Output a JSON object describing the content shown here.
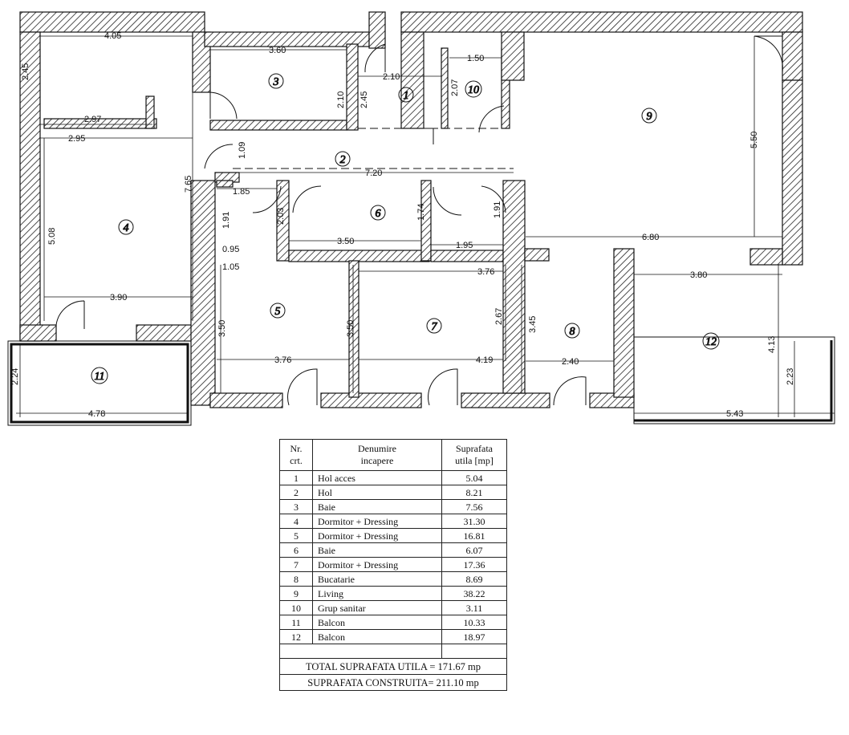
{
  "plan": {
    "rooms": [
      "1",
      "2",
      "3",
      "4",
      "5",
      "6",
      "7",
      "8",
      "9",
      "10",
      "11",
      "12"
    ],
    "dimensions": {
      "d405": "4.05",
      "d245a": "2.45",
      "d360": "3.60",
      "d210a": "2.10",
      "d245b": "2.45",
      "d210b": "2.10",
      "d207": "2.07",
      "d150": "1.50",
      "d297": "2.97",
      "d295": "2.95",
      "d109": "1.09",
      "d720": "7.20",
      "d765": "7.65",
      "d508": "5.08",
      "d185": "1.85",
      "d191a": "1.91",
      "d203": "2.03",
      "d174": "1.74",
      "d350a": "3.50",
      "d195": "1.95",
      "d191b": "1.91",
      "d095": "0.95",
      "d105": "1.05",
      "d550": "5.50",
      "d680": "6.80",
      "d390": "3.90",
      "d376a": "3.76",
      "d380": "3.80",
      "d350b": "3.50",
      "d350c": "3.50",
      "d267": "2.67",
      "d345": "3.45",
      "d376b": "3.76",
      "d419": "4.19",
      "d240": "2.40",
      "d413": "4.13",
      "d223": "2.23",
      "d224": "2.24",
      "d478": "4.78",
      "d543": "5.43"
    }
  },
  "table": {
    "headers": {
      "nr": "Nr. crt.",
      "nr1": "Nr.",
      "nr2": "crt.",
      "name1": "Denumire",
      "name2": "incapere",
      "area1": "Suprafata",
      "area2": "utila [mp]"
    },
    "rows": [
      {
        "nr": "1",
        "name": "Hol acces",
        "area": "5.04"
      },
      {
        "nr": "2",
        "name": "Hol",
        "area": "8.21"
      },
      {
        "nr": "3",
        "name": "Baie",
        "area": "7.56"
      },
      {
        "nr": "4",
        "name": "Dormitor + Dressing",
        "area": "31.30"
      },
      {
        "nr": "5",
        "name": "Dormitor + Dressing",
        "area": "16.81"
      },
      {
        "nr": "6",
        "name": "Baie",
        "area": "6.07"
      },
      {
        "nr": "7",
        "name": "Dormitor + Dressing",
        "area": "17.36"
      },
      {
        "nr": "8",
        "name": "Bucatarie",
        "area": "8.69"
      },
      {
        "nr": "9",
        "name": "Living",
        "area": "38.22"
      },
      {
        "nr": "10",
        "name": "Grup sanitar",
        "area": "3.11"
      },
      {
        "nr": "11",
        "name": "Balcon",
        "area": "10.33"
      },
      {
        "nr": "12",
        "name": "Balcon",
        "area": "18.97"
      }
    ],
    "total_useful": "TOTAL SUPRAFATA UTILA = 171.67 mp",
    "total_built": "SUPRAFATA CONSTRUITA= 211.10 mp"
  }
}
